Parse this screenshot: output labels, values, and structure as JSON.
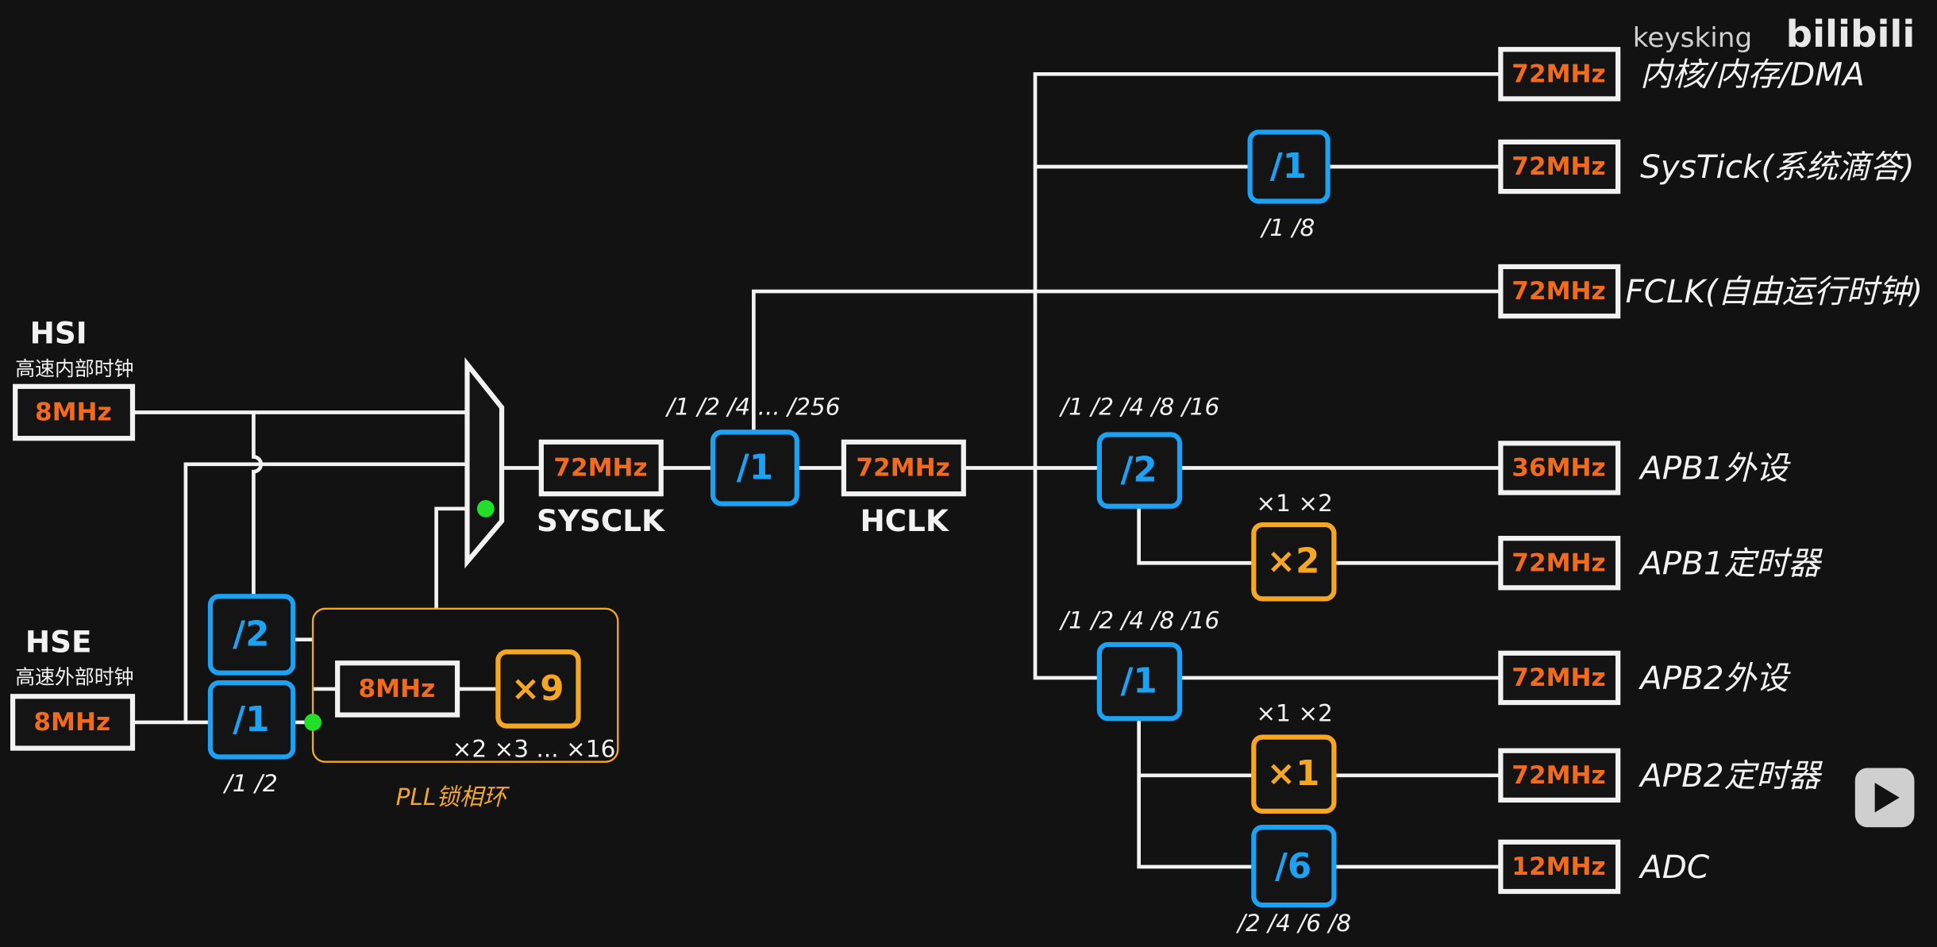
{
  "colors": {
    "background": "#121212",
    "line": "#f2f2f2",
    "frequency": "#f26a1b",
    "divider": "#1da1f2",
    "multiplier": "#f5a623",
    "selected_dot": "#22e02a"
  },
  "watermark": {
    "author": "keysking",
    "platform": "bilibili"
  },
  "sources": {
    "hsi": {
      "name": "HSI",
      "desc": "高速内部时钟",
      "freq": "8MHz"
    },
    "hse": {
      "name": "HSE",
      "desc": "高速外部时钟",
      "freq": "8MHz"
    }
  },
  "hse_prediv": {
    "value": "/1",
    "options": "/1  /2"
  },
  "hsi_div": {
    "value": "/2"
  },
  "pll": {
    "label": "PLL锁相环",
    "input_freq": "8MHz",
    "mul": "×9",
    "options": "×2 ×3 ... ×16"
  },
  "sysclk": {
    "freq": "72MHz",
    "label": "SYSCLK"
  },
  "ahb": {
    "value": "/1",
    "options": "/1 /2 /4  ... /256"
  },
  "hclk": {
    "freq": "72MHz",
    "label": "HCLK"
  },
  "systick_div": {
    "value": "/1",
    "options": "/1  /8"
  },
  "apb1": {
    "value": "/2",
    "options": "/1 /2 /4 /8 /16",
    "timer_mul": "×2",
    "timer_options": "×1 ×2"
  },
  "apb2": {
    "value": "/1",
    "options": "/1 /2 /4 /8 /16",
    "timer_mul": "×1",
    "timer_options": "×1 ×2"
  },
  "adc_div": {
    "value": "/6",
    "options": "/2 /4 /6 /8"
  },
  "outputs": [
    {
      "freq": "72MHz",
      "label": "内核/内存/DMA"
    },
    {
      "freq": "72MHz",
      "label": "SysTick(系统滴答)"
    },
    {
      "freq": "72MHz",
      "label": "FCLK(自由运行时钟)"
    },
    {
      "freq": "36MHz",
      "label": "APB1外设"
    },
    {
      "freq": "72MHz",
      "label": "APB1定时器"
    },
    {
      "freq": "72MHz",
      "label": "APB2外设"
    },
    {
      "freq": "72MHz",
      "label": "APB2定时器"
    },
    {
      "freq": "12MHz",
      "label": "ADC"
    }
  ]
}
